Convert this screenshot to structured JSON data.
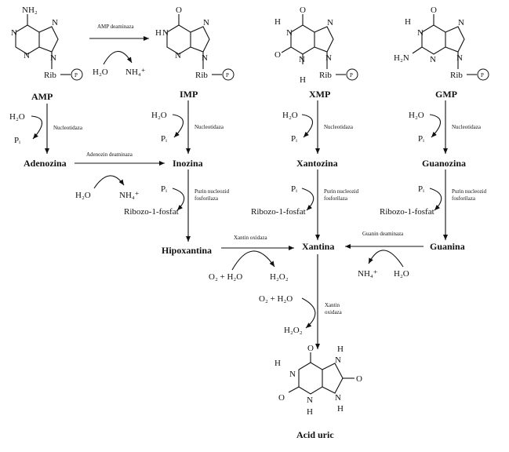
{
  "compounds": {
    "amp": "AMP",
    "imp": "IMP",
    "xmp": "XMP",
    "gmp": "GMP",
    "adenozina": "Adenozina",
    "inozina": "Inozina",
    "xantozina": "Xantozina",
    "guanozina": "Guanozina",
    "hipoxantina": "Hipoxantina",
    "xantina": "Xantina",
    "guanina": "Guanina",
    "acid_uric": "Acid uric"
  },
  "enzymes": {
    "amp_deaminaza": "AMP deaminaza",
    "nucleotidaza": "Nucleotidaza",
    "adenozin_deaminaza": "Adenozin deaminaza",
    "purin_nucleozid_1": "Purin nucleozid",
    "purin_nucleozid_2": "fosforilaza",
    "xantin_oxidaza": "Xantin oxidaza",
    "xantin_1": "Xantin",
    "xantin_2": "oxidaza",
    "guanin_deaminaza": "Guanin deaminaza"
  },
  "cofactors": {
    "h2o": "H₂O",
    "nh4": "NH₄⁺",
    "pi": "Pᵢ",
    "ribozo": "Ribozo-1-fosfat",
    "o2_h2o": "O₂ + H₂O",
    "h2o2": "H₂O₂"
  },
  "atoms": {
    "nh2": "NH₂",
    "h2n": "H₂N",
    "n": "N",
    "h": "H",
    "o": "O",
    "rib": "Rib",
    "p": "P"
  }
}
